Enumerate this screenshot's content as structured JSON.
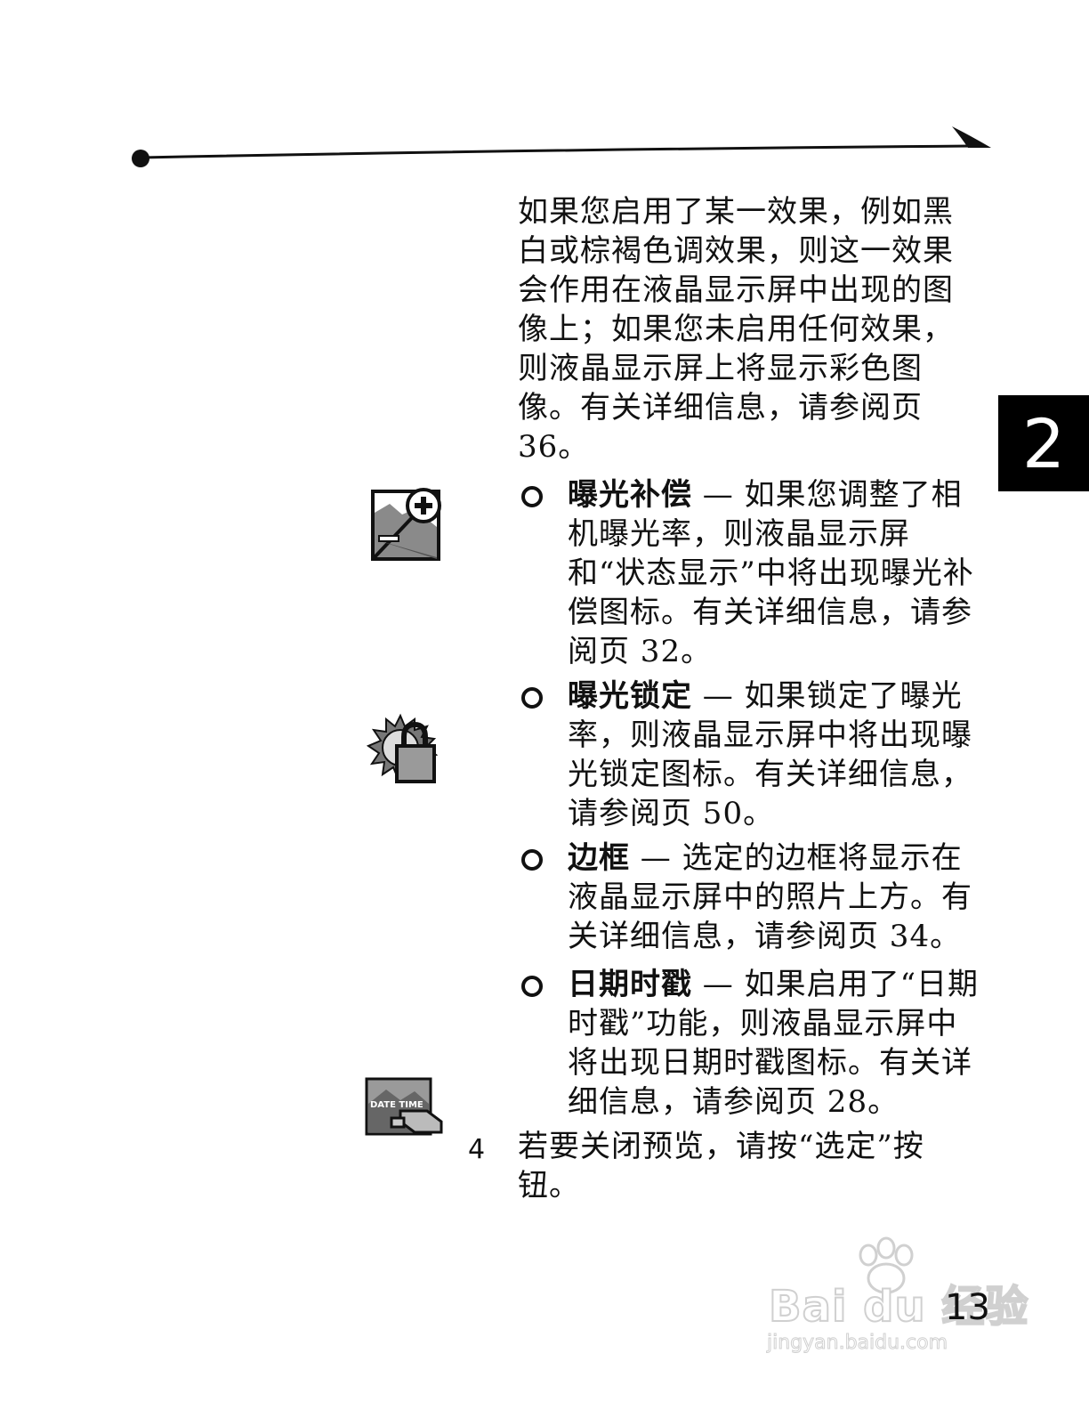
{
  "chapter_tab": {
    "label": "2"
  },
  "intro_paragraph": "如果您启用了某一效果，例如黑白或棕褐色调效果，则这一效果会作用在液晶显示屏中出现的图像上；如果您未启用任何效果，则液晶显示屏上将显示彩色图像。有关详细信息，请参阅页 36。",
  "bullets": [
    {
      "term": "曝光补偿",
      "text": " — 如果您调整了相机曝光率，则液晶显示屏和“状态显示”中将出现曝光补偿图标。有关详细信息，请参阅页 32。",
      "icon": "exposure-compensation-icon"
    },
    {
      "term": "曝光锁定",
      "text": " — 如果锁定了曝光率，则液晶显示屏中将出现曝光锁定图标。有关详细信息，请参阅页 50。",
      "icon": "exposure-lock-icon"
    },
    {
      "term": "边框",
      "text": " — 选定的边框将显示在液晶显示屏中的照片上方。有关详细信息，请参阅页 34。"
    },
    {
      "term": "日期时戳",
      "text": " — 如果启用了“日期时戳”功能，则液晶显示屏中将出现日期时戳图标。有关详细信息，请参阅页 28。",
      "icon": "date-stamp-icon"
    }
  ],
  "date_icon_label": "DATE TIME",
  "step": {
    "number": "4",
    "text": "若要关闭预览，请按“选定”按钮。"
  },
  "watermark": {
    "brand": "Bai du 经验",
    "url": "jingyan.baidu.com"
  },
  "page_number": "13"
}
